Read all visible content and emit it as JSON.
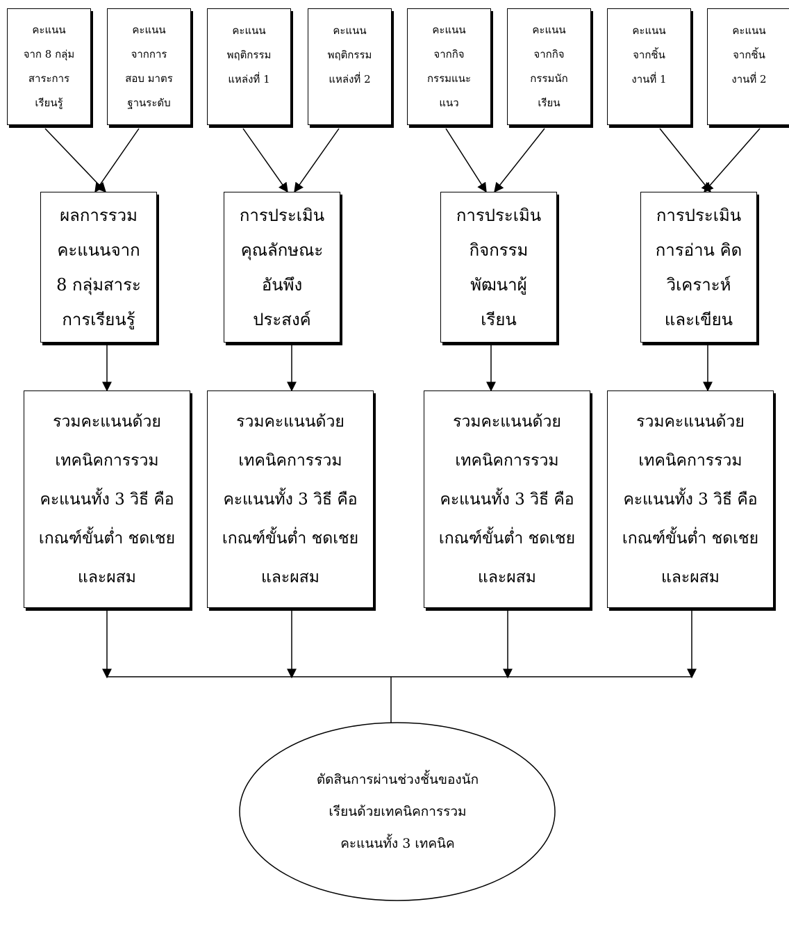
{
  "sources": [
    {
      "lines": [
        "คะแนน",
        "จาก 8 กลุ่ม",
        "สาระการ",
        "เรียนรู้"
      ]
    },
    {
      "lines": [
        "คะแนน",
        "จากการ",
        "สอบ มาตร",
        "ฐานระดับ"
      ]
    },
    {
      "lines": [
        "คะแนน",
        "พฤติกรรม",
        "แหล่งที่ 1"
      ]
    },
    {
      "lines": [
        "คะแนน",
        "พฤติกรรม",
        "แหล่งที่ 2"
      ]
    },
    {
      "lines": [
        "คะแนน",
        "จากกิจ",
        "กรรมแนะ",
        "แนว"
      ]
    },
    {
      "lines": [
        "คะแนน",
        "จากกิจ",
        "กรรมนัก",
        "เรียน"
      ]
    },
    {
      "lines": [
        "คะแนน",
        "จากชิ้น",
        "งานที่ 1"
      ]
    },
    {
      "lines": [
        "คะแนน",
        "จากชิ้น",
        "งานที่  2"
      ]
    }
  ],
  "assessments": [
    {
      "lines": [
        "ผลการรวม",
        "คะแนนจาก",
        "8 กลุ่มสาระ",
        "การเรียนรู้"
      ]
    },
    {
      "lines": [
        "การประเมิน",
        "คุณลักษณะ",
        "อันพึง",
        "ประสงค์"
      ]
    },
    {
      "lines": [
        "การประเมิน",
        "กิจกรรม",
        "พัฒนาผู้",
        "เรียน"
      ]
    },
    {
      "lines": [
        "การประเมิน",
        "การอ่าน  คิด",
        "วิเคราะห์",
        "และเขียน"
      ]
    }
  ],
  "combine": [
    {
      "lines": [
        "รวมคะแนนด้วย",
        "เทคนิคการรวม",
        "คะแนนทั้ง 3 วิธี  คือ",
        "เกณฑ์ขั้นต่ำ  ชดเชย",
        "และผสม"
      ]
    },
    {
      "lines": [
        "รวมคะแนนด้วย",
        "เทคนิคการรวม",
        "คะแนนทั้ง 3 วิธี  คือ",
        "เกณฑ์ขั้นต่ำ  ชดเชย",
        "และผสม"
      ]
    },
    {
      "lines": [
        "รวมคะแนนด้วย",
        "เทคนิคการรวม",
        "คะแนนทั้ง 3 วิธี  คือ",
        "เกณฑ์ขั้นต่ำ  ชดเชย",
        "และผสม"
      ]
    },
    {
      "lines": [
        "รวมคะแนนด้วย",
        "เทคนิคการรวม",
        "คะแนนทั้ง 3 วิธี  คือ",
        "เกณฑ์ขั้นต่ำ  ชดเชย",
        "และผสม"
      ]
    }
  ],
  "decision": {
    "lines": [
      "ตัดสินการผ่านช่วงชั้นของนัก",
      "เรียนด้วยเทคนิคการรวม",
      "คะแนนทั้ง  3 เทคนิค"
    ]
  }
}
